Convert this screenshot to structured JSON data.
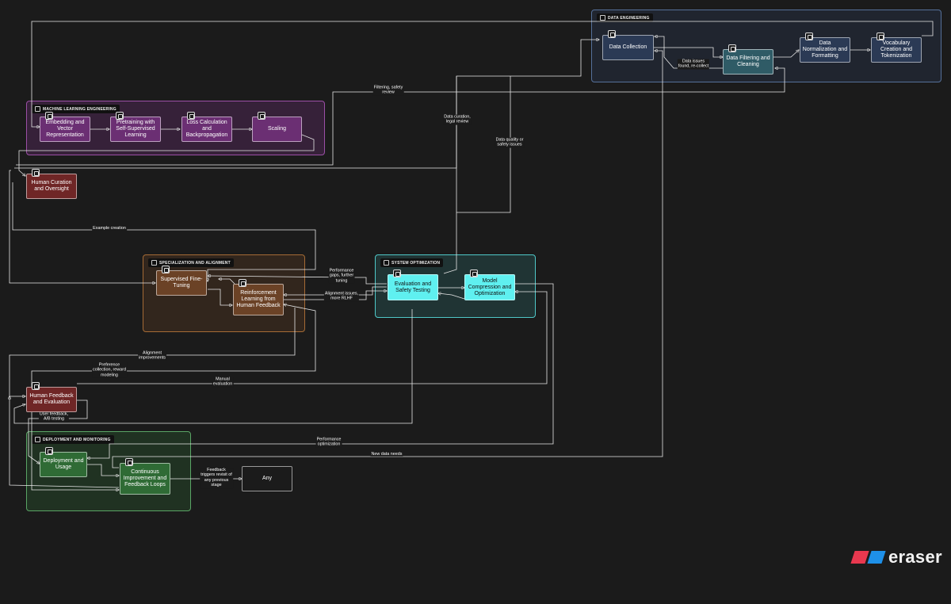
{
  "groups": {
    "data_engineering": "DATA ENGINEERING",
    "ml_engineering": "MACHINE LEARNING ENGINEERING",
    "specialization": "SPECIALIZATION AND ALIGNMENT",
    "system_optimization": "SYSTEM OPTIMIZATION",
    "deployment": "DEPLOYMENT AND MONITORING"
  },
  "nodes": {
    "data_collection": "Data Collection",
    "data_filtering": "Data Filtering and Cleaning",
    "data_normalization": "Data Normalization and Formatting",
    "vocabulary": "Vocabulary Creation and Tokenization",
    "embedding": "Embedding and Vector Representation",
    "pretraining": "Pretraining with Self-Supervised Learning",
    "loss_calc": "Loss Calculation and Backpropagation",
    "scaling": "Scaling",
    "human_curation": "Human Curation and Oversight",
    "supervised_ft": "Supervised Fine-Tuning",
    "rlhf": "Reinforcement Learning from Human Feedback",
    "evaluation": "Evaluation and Safety Testing",
    "compression": "Model Compression and Optimization",
    "human_feedback": "Human Feedback and Evaluation",
    "deployment_usage": "Deployment and Usage",
    "continuous": "Continuous Improvement and Feedback Loops",
    "any": "Any"
  },
  "edge_labels": {
    "data_issues": "Data issues\nfound, re-collect",
    "filtering_safety": "Filtering, safety\nreview",
    "data_curation": "Data curation,\nlegal review",
    "data_quality": "Data quality or\nsafety issues",
    "example_creation": "Example creation",
    "performance_gaps": "Performance\ngaps, further\ntuning",
    "alignment_issues": "Alignment issues,\nmore RLHF",
    "alignment_improvements": "Alignment\nimprovements",
    "preference": "Preference\ncollection, reward\nmodeling",
    "manual_eval": "Manual\nevaluation",
    "user_feedback": "User feedback,\nA/B testing",
    "performance_opt": "Performance\noptimization",
    "new_data": "New data needs",
    "feedback_triggers": "Feedback\ntriggers revisit of\nany previous\nstage"
  },
  "brand": {
    "word": "eraser"
  },
  "colors": {
    "data_eng": "#2b3a55",
    "ml_eng": "#6b2f73",
    "human": "#6f2626",
    "align": "#6b4226",
    "sysopt": "#5ff0f0",
    "deploy": "#2f6b35",
    "brand_red": "#e8384f",
    "brand_blue": "#1e90e8"
  }
}
